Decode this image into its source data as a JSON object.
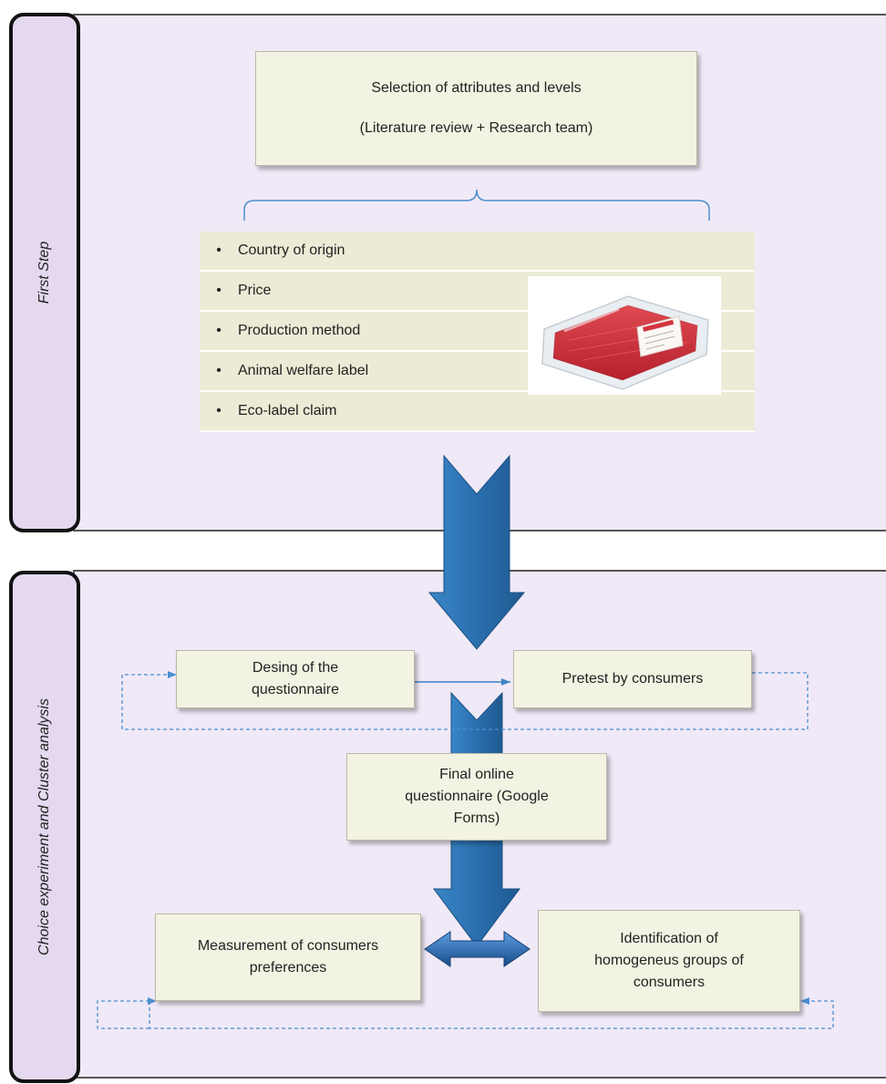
{
  "first_step": {
    "side_label": "First Step",
    "top_box": {
      "line1": "Selection of attributes and levels",
      "line2": "(Literature review + Research team)"
    },
    "attributes": [
      "Country of origin",
      "Price",
      "Production method",
      "Animal welfare label",
      "Eco-label claim"
    ],
    "image": "packaged-meat-tray"
  },
  "second_step": {
    "side_label": "Choice experiment and Cluster analysis",
    "questionnaire_design": {
      "line1": "Desing of the",
      "line2": "questionnaire"
    },
    "pretest": "Pretest by consumers",
    "final_questionnaire": {
      "line1": "Final online",
      "line2": "questionnaire (Google",
      "line3": "Forms)"
    },
    "measurement": {
      "line1": "Measurement of consumers",
      "line2": "preferences"
    },
    "identification": {
      "line1": "Identification of",
      "line2": "homogeneus groups of",
      "line3": "consumers"
    }
  },
  "colors": {
    "panel_fill": "#f0e9f7",
    "sidebar_fill": "#e4d9ef",
    "box_fill": "#f3f3e3",
    "arrow_blue": "#2d75b4",
    "arrow_dark": "#1f5588",
    "connector_blue": "#4a8fd0"
  }
}
